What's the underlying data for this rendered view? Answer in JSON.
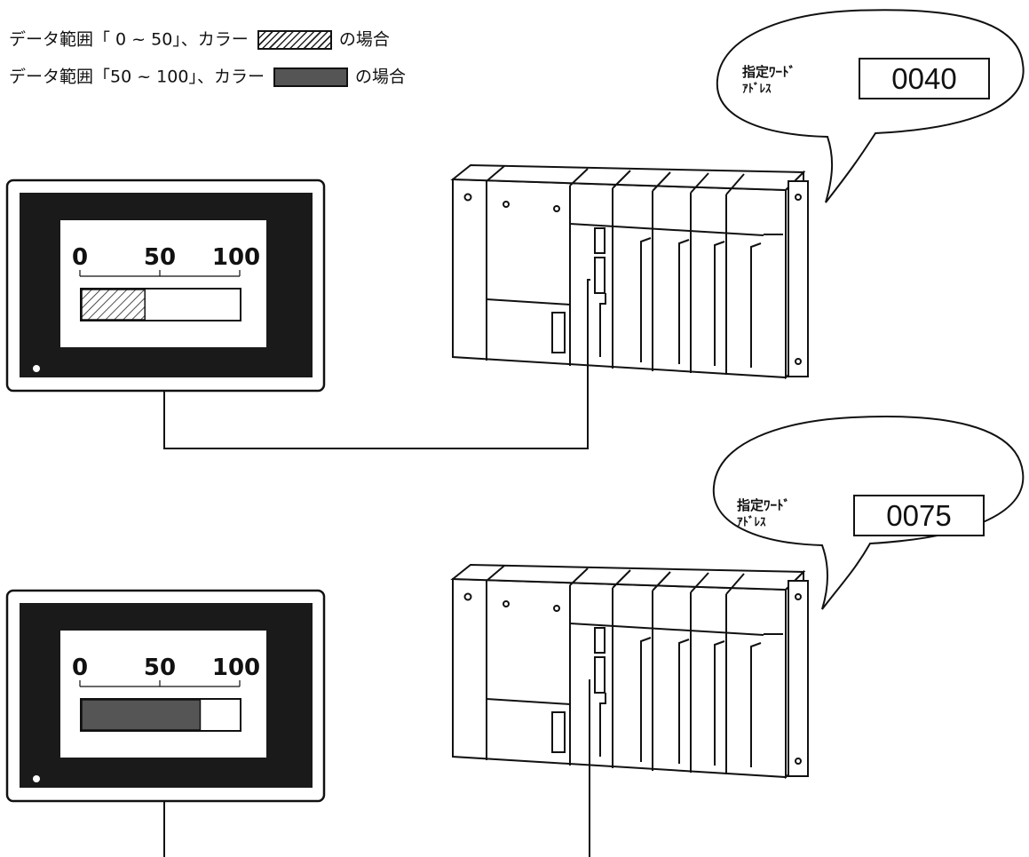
{
  "legend": {
    "row1": {
      "prefix": "データ範囲「 0 ~ 50」、カラー",
      "suffix": "の場合",
      "swatch": "hatched",
      "range": [
        0,
        50
      ]
    },
    "row2": {
      "prefix": "データ範囲「50 ~ 100」、カラー",
      "suffix": "の場合",
      "swatch": "solid",
      "swatch_color": "#555555",
      "range": [
        50,
        100
      ]
    }
  },
  "callout_label_line1": "指定ﾜｰﾄﾞ",
  "callout_label_line2": "ｱﾄﾞﾚｽ",
  "scale_labels": [
    "0",
    "50",
    "100"
  ],
  "scenarios": [
    {
      "value_display": "0040",
      "value": 40,
      "fill_style": "hatched"
    },
    {
      "value_display": "0075",
      "value": 75,
      "fill_style": "solid"
    }
  ],
  "colors": {
    "ink": "#111111",
    "solid_fill": "#555555",
    "panel_frame": "#1a1a1a"
  }
}
